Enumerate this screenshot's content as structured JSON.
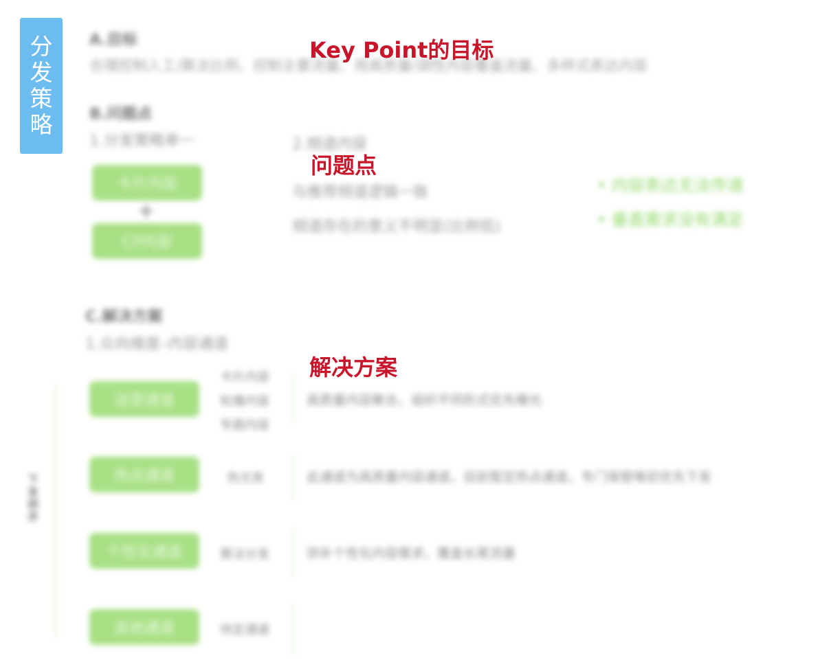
{
  "side_tab": {
    "chars": [
      "分",
      "发",
      "策",
      "略"
    ]
  },
  "annotations": {
    "goal": "Key Point的目标",
    "problem": "问题点",
    "solution": "解决方案"
  },
  "section_a": {
    "heading": "A.目标",
    "text": "合理控制人工/算法比例、控制主要流量、用高质量/调性内容覆盖流量、多样式表达内容"
  },
  "section_b": {
    "heading": "B.问题点",
    "sub1": "1.分发策略单一",
    "btn1": "卡片内容",
    "plus": "+",
    "btn2": "CP内容",
    "sub2": "2.频道内容",
    "line1": "与推荐频道逻辑一致",
    "line2": "频道存在的意义不明显(比例低)",
    "bullet1": "• 内容表达无法传递",
    "bullet2": "• 垂直需求没有满足"
  },
  "section_c": {
    "heading": "C.解决方案",
    "sub1": "1.众向维度–内容通道",
    "vertical_label": "下发顺序",
    "rows": [
      {
        "button": "运营通道",
        "labels": [
          "卡片内容",
          "轮播内容",
          "专题内容"
        ],
        "desc": "高质量内容聚合，组织不同形式优先曝光"
      },
      {
        "button": "热点通道",
        "labels": [
          "热文库"
        ],
        "desc": "此通道为高质量内容通道，目前暂定热点通道，专门保管唯初优先下发"
      },
      {
        "button": "个性化通道",
        "labels": [
          "算法分发"
        ],
        "desc": "弥补个性化内容需求，覆盖长尾流量"
      },
      {
        "button": "其他通道",
        "labels": [
          "待定通道"
        ],
        "desc": ""
      }
    ]
  }
}
